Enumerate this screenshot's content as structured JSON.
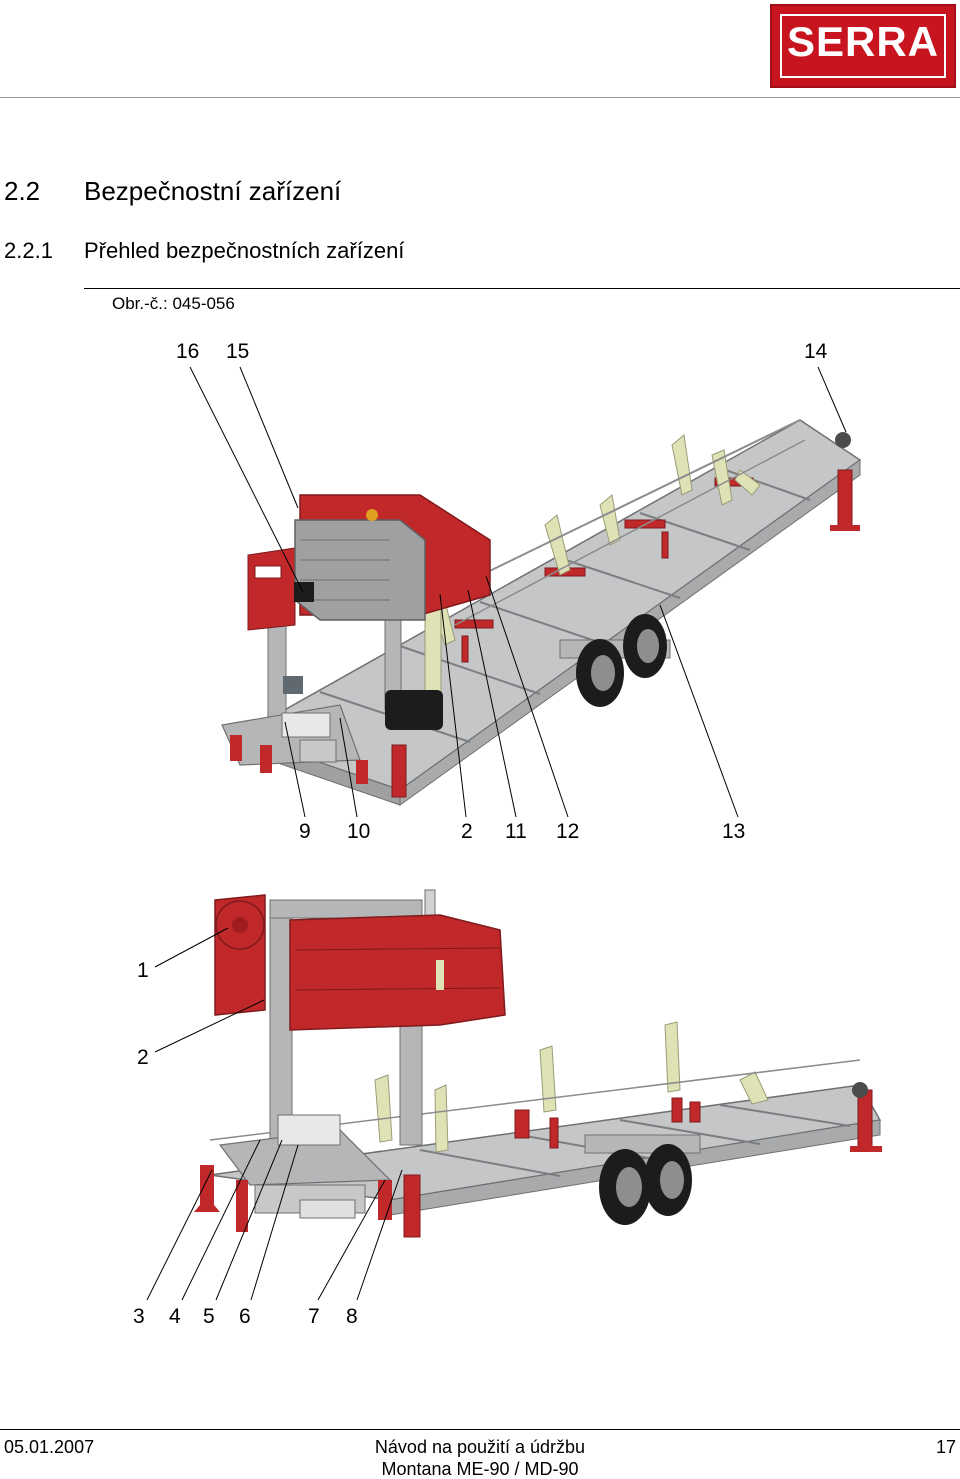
{
  "header": {
    "logo_text": "SERRA",
    "brand_color": "#c8141e"
  },
  "section": {
    "number": "2.2",
    "title": "Bezpečnostní zařízení"
  },
  "subsection": {
    "number": "2.2.1",
    "title": "Přehled bezpečnostních zařízení"
  },
  "figure_ref": "Obr.-č.: 045-056",
  "figure1": {
    "callouts_top": [
      "16",
      "15",
      "14"
    ],
    "callouts_bottom": [
      "9",
      "10",
      "2",
      "11",
      "12",
      "13"
    ]
  },
  "figure2": {
    "callouts_left": [
      "1",
      "2"
    ],
    "callouts_bottom": [
      "3",
      "4",
      "5",
      "6",
      "7",
      "8"
    ]
  },
  "footer": {
    "date": "05.01.2007",
    "doc_title": "Návod na použití a údržbu",
    "model": "Montana ME-90 / MD-90",
    "page": "17"
  },
  "colors": {
    "machine_red": "#c0282a",
    "frame_grey": "#b4b6b8",
    "arm_yellow": "#dfe2b4"
  }
}
